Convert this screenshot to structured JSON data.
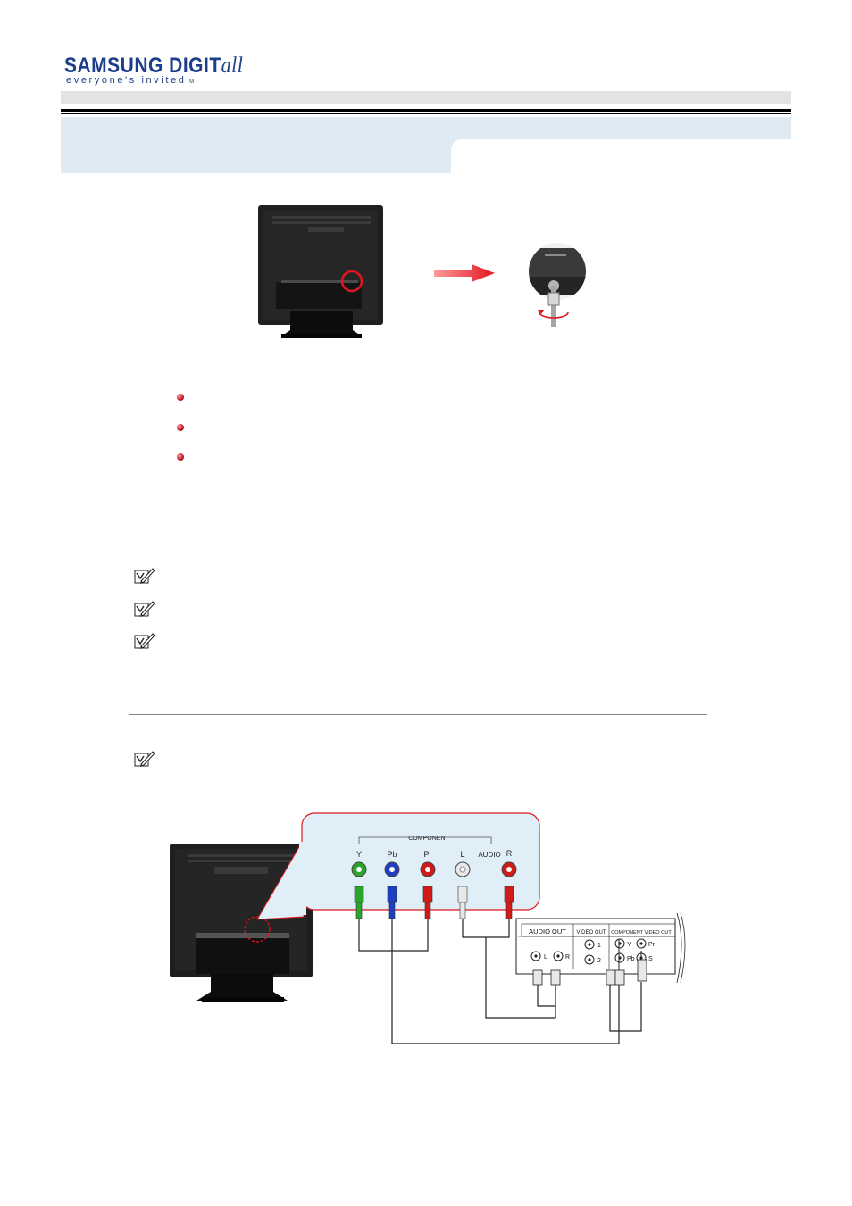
{
  "header": {
    "logo_main": "SAMSUNG DIGIT",
    "logo_all": "all",
    "logo_tagline": "everyone's invited",
    "logo_tm": "TM"
  },
  "colors": {
    "logo_blue": "#1c3f8c",
    "banner_bg": "#e0eaf2",
    "arrow_red": "#e0161f",
    "component_green": "#2aa52a",
    "component_blue": "#1f3fbf",
    "component_red": "#d11a1a"
  },
  "bullets": [
    {
      "icon": "bullet-dot-icon"
    },
    {
      "icon": "bullet-dot-icon"
    },
    {
      "icon": "bullet-dot-icon"
    }
  ],
  "notes": [
    {
      "icon": "note-pencil-icon"
    },
    {
      "icon": "note-pencil-icon"
    },
    {
      "icon": "note-pencil-icon"
    },
    {
      "icon": "note-pencil-icon"
    }
  ],
  "diagram": {
    "callout_group": "COMPONENT",
    "jacks": {
      "y": "Y",
      "pb": "Pb",
      "pr": "Pr",
      "l": "L",
      "audio": "AUDIO",
      "r": "R"
    },
    "device": {
      "audio_out": "AUDIO OUT",
      "video_out": "VIDEO OUT",
      "component_video_out": "COMPONENT VIDEO OUT",
      "l": "L",
      "r": "R",
      "one": "1",
      "two": "2",
      "y": "Y",
      "pb": "Pb",
      "pr": "Pr",
      "s": "S"
    }
  }
}
